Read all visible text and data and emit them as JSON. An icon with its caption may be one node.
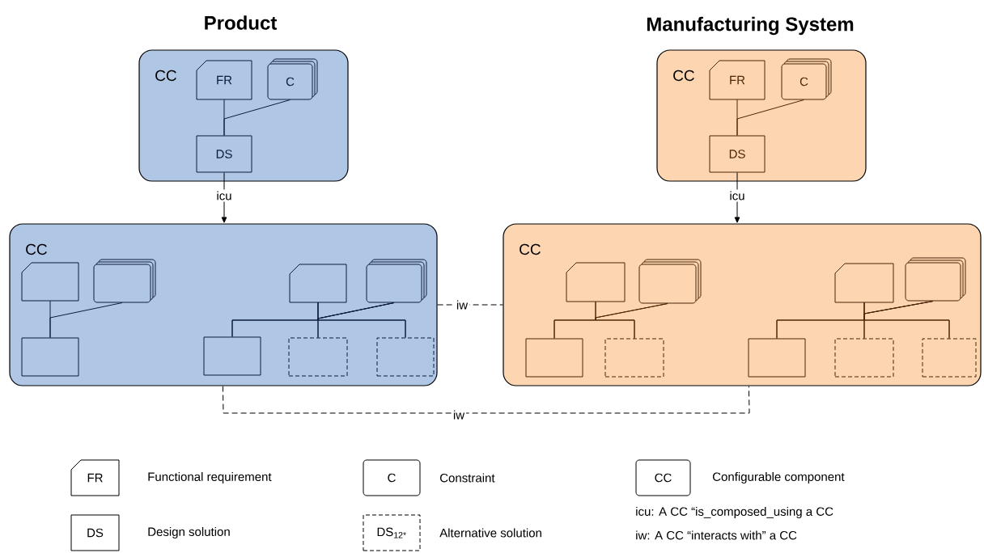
{
  "diagram": {
    "nodes": [
      {
        "text": [
          "CC"
        ]
      },
      {
        "text": [
          "FR"
        ],
        "in": 0
      },
      {
        "text": [
          "C"
        ],
        "in": 0
      },
      {
        "text": [
          "DS"
        ],
        "in": 0
      },
      {
        "text": [
          "CC"
        ]
      },
      {
        "text": [
          "FR"
        ],
        "in": 4
      },
      {
        "text": [
          "C"
        ],
        "in": 4
      },
      {
        "text": [
          "DS"
        ],
        "in": 4
      },
      {
        "text": [
          "CC"
        ]
      },
      {
        "text": [],
        "shape": "card",
        "in": 8
      },
      {
        "text": [],
        "shape": "stack",
        "in": 8
      },
      {
        "text": [],
        "shape": "box",
        "in": 8
      },
      {
        "text": [],
        "shape": "card",
        "in": 8
      },
      {
        "text": [],
        "shape": "stack",
        "in": 8
      },
      {
        "text": [],
        "shape": "box",
        "in": 8
      },
      {
        "text": [],
        "shape": "placeholder",
        "in": 8
      },
      {
        "text": [],
        "shape": "placeholder",
        "in": 8
      },
      {
        "text": [
          "CC"
        ]
      },
      {
        "text": [],
        "shape": "card",
        "in": 17
      },
      {
        "text": [],
        "shape": "stack",
        "in": 17
      },
      {
        "text": [],
        "shape": "box",
        "in": 17
      },
      {
        "text": [],
        "shape": "placeholder",
        "in": 17
      },
      {
        "text": [],
        "shape": "card",
        "in": 17
      },
      {
        "text": [],
        "shape": "stack",
        "in": 17
      },
      {
        "text": [],
        "shape": "box",
        "in": 17
      },
      {
        "text": [],
        "shape": "placeholder",
        "in": 17
      },
      {
        "text": [],
        "shape": "placeholder",
        "in": 17
      },
      {
        "text": [
          "FR"
        ],
        "beside": [
          "Functional requirement"
        ]
      },
      {
        "text": [
          "C"
        ],
        "beside": [
          "Constraint"
        ]
      },
      {
        "text": [
          "CC"
        ],
        "beside": [
          "Configurable component"
        ]
      },
      {
        "text": [
          "DS"
        ],
        "beside": [
          "Design solution"
        ]
      },
      {
        "text": [
          "DS$_{12*}$"
        ],
        "beside": [
          "Alternative solution"
        ]
      }
    ],
    "edges": [
      {
        "from": 1,
        "to": 3,
        "arrow": "none",
        "color": "#0c1c3c"
      },
      {
        "from": 2,
        "to": 3,
        "arrow": "none",
        "color": "#0c1c3c"
      },
      {
        "from": 5,
        "to": 7,
        "arrow": "none",
        "color": "#4a2808"
      },
      {
        "from": 6,
        "to": 7,
        "arrow": "none",
        "color": "#4a2808"
      },
      {
        "from": 3,
        "to": 8,
        "arrow": "to",
        "label": "icu"
      },
      {
        "from": 7,
        "to": 17,
        "arrow": "to",
        "label": "icu"
      },
      {
        "from": 8,
        "to": 17,
        "arrow": "none",
        "label": "iw",
        "style": "dashed"
      },
      {
        "from": 9,
        "to": 11,
        "arrow": "none",
        "color": "#0c1c3c"
      },
      {
        "from": 10,
        "to": 11,
        "arrow": "none",
        "color": "#0c1c3c"
      },
      {
        "from": 12,
        "to": 14,
        "arrow": "none",
        "color": "#0c1c3c"
      },
      {
        "from": 12,
        "to": 15,
        "arrow": "none",
        "color": "#0c1c3c"
      },
      {
        "from": 12,
        "to": 16,
        "arrow": "none",
        "color": "#0c1c3c"
      },
      {
        "from": 13,
        "to": 14,
        "arrow": "none",
        "color": "#0c1c3c"
      },
      {
        "from": 13,
        "to": 15,
        "arrow": "none",
        "color": "#0c1c3c"
      },
      {
        "from": 13,
        "to": 16,
        "arrow": "none",
        "color": "#0c1c3c"
      },
      {
        "from": 18,
        "to": 20,
        "arrow": "none",
        "color": "#4a2808"
      },
      {
        "from": 18,
        "to": 21,
        "arrow": "none",
        "color": "#4a2808"
      },
      {
        "from": 19,
        "to": 20,
        "arrow": "none",
        "color": "#4a2808"
      },
      {
        "from": 19,
        "to": 21,
        "arrow": "none",
        "color": "#4a2808"
      },
      {
        "from": 22,
        "to": 24,
        "arrow": "none",
        "color": "#4a2808"
      },
      {
        "from": 22,
        "to": 25,
        "arrow": "none",
        "color": "#4a2808"
      },
      {
        "from": 22,
        "to": 26,
        "arrow": "none",
        "color": "#4a2808"
      },
      {
        "from": 23,
        "to": 24,
        "arrow": "none",
        "color": "#4a2808"
      },
      {
        "from": 23,
        "to": 25,
        "arrow": "none",
        "color": "#4a2808"
      },
      {
        "from": 23,
        "to": 26,
        "arrow": "none",
        "color": "#4a2808"
      },
      {
        "from": 8,
        "to": 17,
        "arrow": "none",
        "label": "iw",
        "style": "dashed"
      }
    ],
    "labels": [
      "Product",
      "Manufacturing System",
      "icu: A CC “is_composed_using a CC",
      "iw: A CC “interacts with” a CC"
    ]
  }
}
